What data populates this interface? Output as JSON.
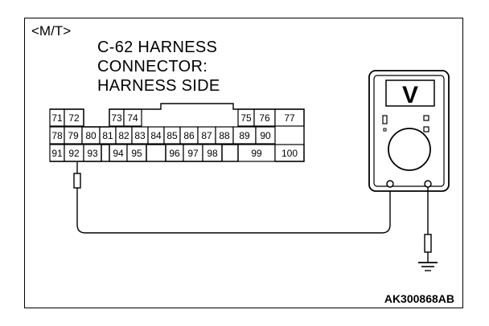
{
  "mode_label": "<M/T>",
  "title_lines": [
    "C-62 HARNESS",
    "CONNECTOR:",
    "HARNESS SIDE"
  ],
  "figure_code": "AK300868AB",
  "connector_pins": {
    "row1": [
      "71",
      "72",
      "73",
      "74",
      "75",
      "76",
      "77"
    ],
    "row2": [
      "78",
      "79",
      "80",
      "81",
      "82",
      "83",
      "84",
      "85",
      "86",
      "87",
      "88",
      "89",
      "90"
    ],
    "row3": [
      "91",
      "92",
      "93",
      "94",
      "95",
      "96",
      "97",
      "98",
      "99",
      "100"
    ]
  },
  "probe_pin": "92",
  "meter": {
    "display_symbol": "V",
    "icon": "voltmeter-icon"
  },
  "ground_icon": "ground-icon"
}
